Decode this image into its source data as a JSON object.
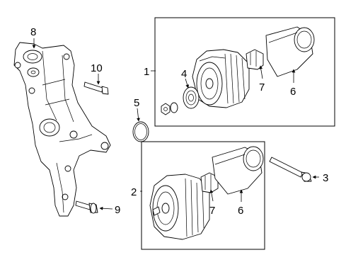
{
  "callouts": {
    "c1": "1",
    "c2": "2",
    "c3": "3",
    "c4": "4",
    "c5": "5",
    "c6a": "6",
    "c6b": "6",
    "c7a": "7",
    "c7b": "7",
    "c8": "8",
    "c9": "9",
    "c10": "10"
  }
}
